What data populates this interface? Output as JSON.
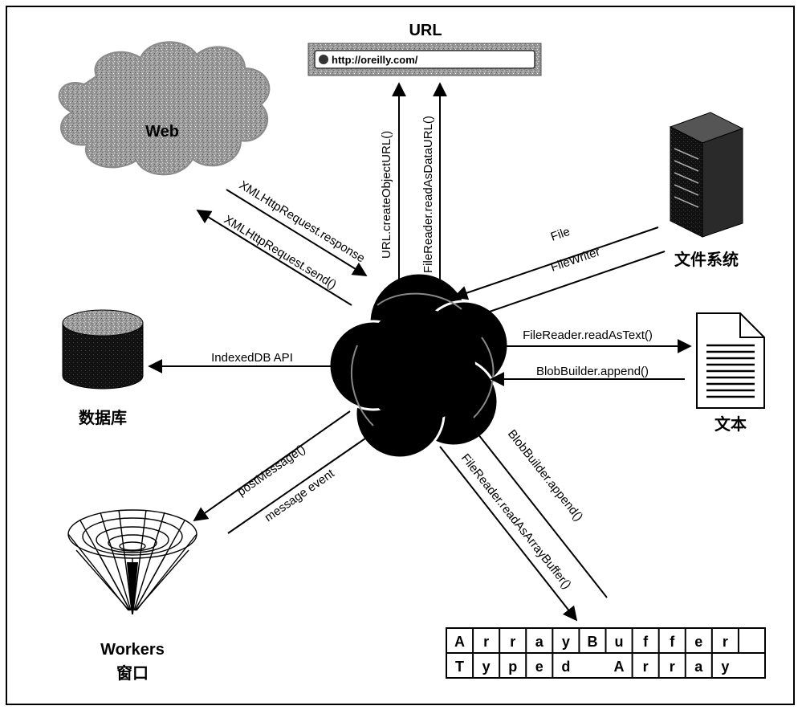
{
  "nodes": {
    "url_title": "URL",
    "url_address": "http://oreilly.com/",
    "web": "Web",
    "filesystem": "文件系统",
    "database": "数据库",
    "text_doc": "文本",
    "workers": "Workers",
    "workers_window": "窗口"
  },
  "edges": {
    "create_object_url": "URL.createObjectURL()",
    "read_as_data_url": "FileReader.readAsDataURL()",
    "xhr_response": "XMLHttpRequest.response",
    "xhr_send": "XMLHttpRequest.send()",
    "file": "File",
    "file_writer": "FileWriter",
    "indexeddb": "IndexedDB API",
    "read_as_text": "FileReader.readAsText()",
    "blob_append_text": "BlobBuilder.append()",
    "post_message": "postMessage()",
    "message_event": "message event",
    "blob_append_buffer": "BlobBuilder.append()",
    "read_as_array_buffer": "FileReader.readAsArrayBuffer()"
  },
  "array_buffer_row": [
    "A",
    "r",
    "r",
    "a",
    "y",
    "B",
    "u",
    "f",
    "f",
    "e",
    "r",
    ""
  ],
  "typed_array_row": [
    "T",
    "y",
    "p",
    "e",
    "d",
    "",
    "A",
    "r",
    "r",
    "a",
    "y",
    ""
  ]
}
